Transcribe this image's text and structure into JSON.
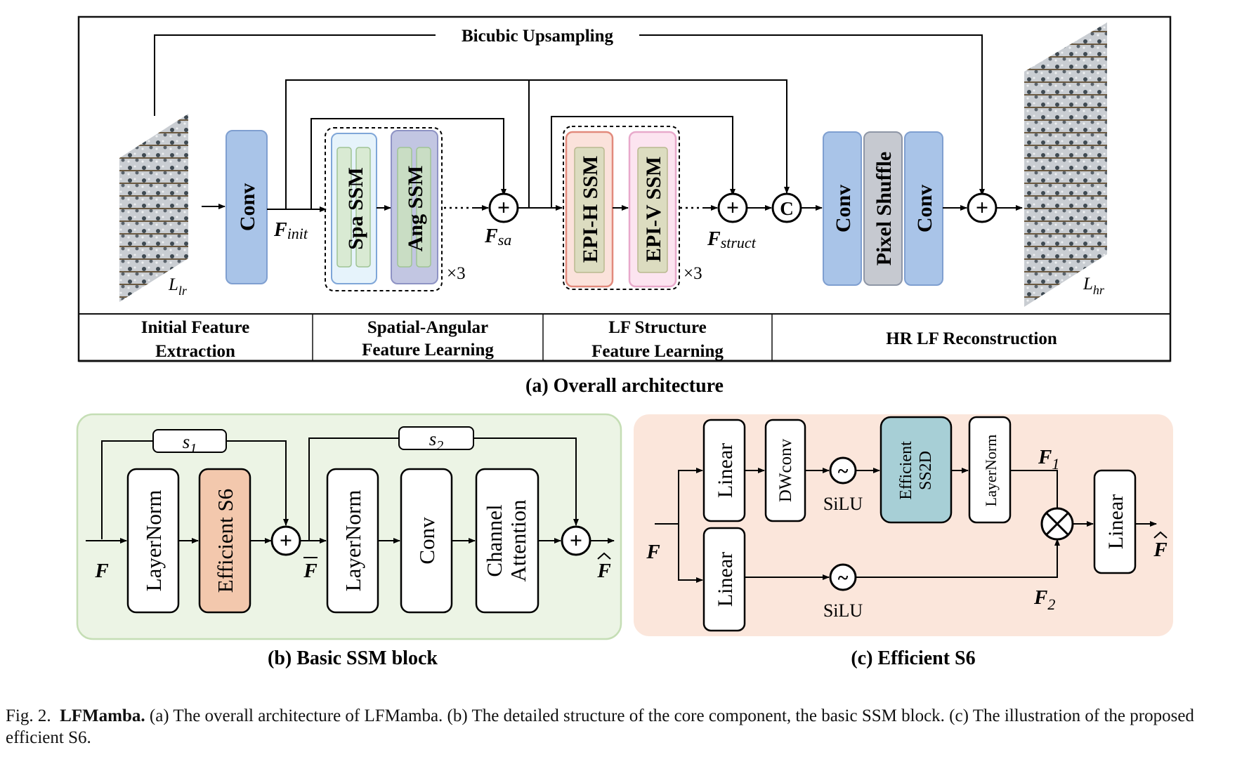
{
  "figure": {
    "caption_prefix": "Fig. 2.",
    "caption_bold": "LFMamba.",
    "caption_text": "(a) The overall architecture of LFMamba. (b) The detailed structure of the core component, the basic SSM block. (c) The illustration of the proposed efficient S6."
  },
  "panel_a": {
    "subtitle": "(a) Overall architecture",
    "bicubic_label": "Bicubic Upsampling",
    "input_symbol": "L",
    "input_sub": "lr",
    "output_symbol": "L",
    "output_sub": "hr",
    "conv_label": "Conv",
    "f_init": "F",
    "f_init_sub": "init",
    "spa_ssm": "Spa SSM",
    "ang_ssm": "Ang SSM",
    "repeat1": "×3",
    "f_sa": "F",
    "f_sa_sub": "sa",
    "epi_h": "EPI-H SSM",
    "epi_v": "EPI-V SSM",
    "repeat2": "×3",
    "f_struct": "F",
    "f_struct_sub": "struct",
    "concat_symbol": "C",
    "recon_conv1": "Conv",
    "pixel_shuffle": "Pixel Shuffle",
    "recon_conv2": "Conv",
    "stages": [
      {
        "line1": "Initial Feature",
        "line2": "Extraction"
      },
      {
        "line1": "Spatial-Angular",
        "line2": "Feature Learning"
      },
      {
        "line1": "LF Structure",
        "line2": "Feature Learning"
      },
      {
        "line1": "HR LF Reconstruction",
        "line2": ""
      }
    ]
  },
  "panel_b": {
    "subtitle": "(b) Basic SSM block",
    "s1": "s",
    "s1_sub": "1",
    "s2": "s",
    "s2_sub": "2",
    "f_in": "F",
    "f_mid": "F",
    "f_out": "F",
    "layernorm1": "LayerNorm",
    "efficient_s6": "Efficient S6",
    "layernorm2": "LayerNorm",
    "conv": "Conv",
    "channel": "Channel",
    "attention": "Attention"
  },
  "panel_c": {
    "subtitle": "(c) Efficient S6",
    "f_in": "F",
    "linear_top": "Linear",
    "linear_bottom": "Linear",
    "dwconv": "DWconv",
    "silu_top": "SiLU",
    "silu_bottom": "SiLU",
    "efficient": "Efficient",
    "ss2d": "SS2D",
    "layernorm": "LayerNorm",
    "f1": "F",
    "f1_sub": "1",
    "f2": "F",
    "f2_sub": "2",
    "linear_out": "Linear",
    "f_out": "F"
  },
  "colors": {
    "conv_blue": "#a9c4e8",
    "conv_blue_stroke": "#7f9fd0",
    "spa_fill": "#e6f3fb",
    "spa_stroke": "#7fa6d8",
    "ang_fill": "#c2c6e2",
    "ang_stroke": "#8e93c4",
    "inner_green": "#d9ead3",
    "inner_green_stroke": "#9fc394",
    "epih_fill": "#fbe2db",
    "epih_stroke": "#e28a7c",
    "epiv_fill": "#fce4f0",
    "epiv_stroke": "#e8a9cb",
    "pixel_fill": "#c6c9d0",
    "pixel_stroke": "#8e96a6",
    "panel_b_bg": "#ecf4e5",
    "panel_b_stroke": "#c5deb5",
    "panel_c_bg": "#fbe6db",
    "efficient_s6_fill": "#f3c8ad",
    "ss2d_fill": "#a7cfd6"
  }
}
